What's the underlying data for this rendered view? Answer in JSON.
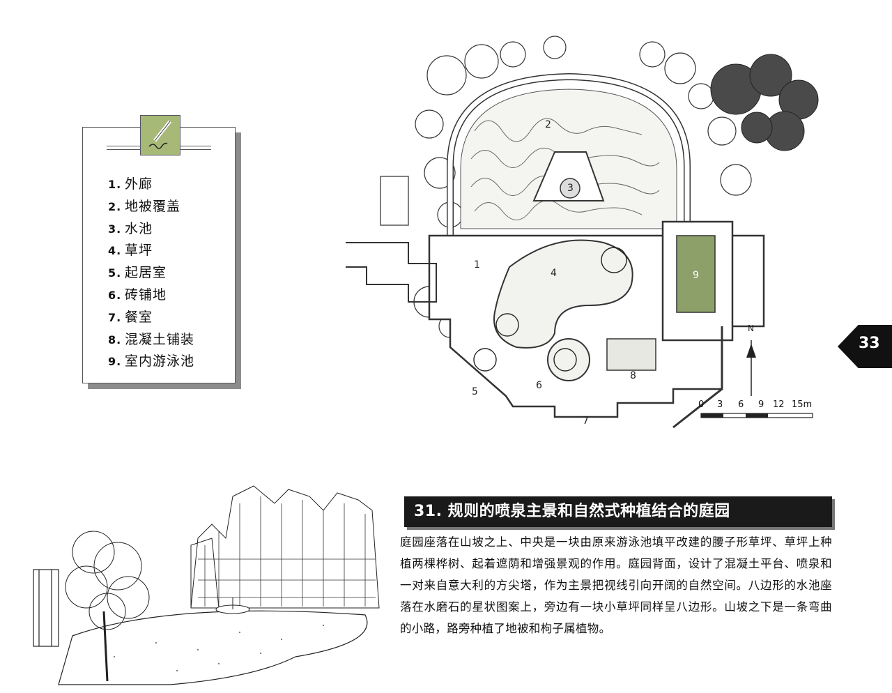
{
  "legend": {
    "items": [
      {
        "num": "1.",
        "label": "外廊"
      },
      {
        "num": "2.",
        "label": "地被覆盖"
      },
      {
        "num": "3.",
        "label": "水池"
      },
      {
        "num": "4.",
        "label": "草坪"
      },
      {
        "num": "5.",
        "label": "起居室"
      },
      {
        "num": "6.",
        "label": "砖铺地"
      },
      {
        "num": "7.",
        "label": "餐室"
      },
      {
        "num": "8.",
        "label": "混凝土铺装"
      },
      {
        "num": "9.",
        "label": "室内游泳池"
      }
    ]
  },
  "plan": {
    "labels": [
      "1",
      "2",
      "3",
      "4",
      "5",
      "6",
      "7",
      "8",
      "9"
    ],
    "north": "N",
    "scale": {
      "ticks": [
        "0",
        "3",
        "6",
        "9",
        "12",
        "15m"
      ]
    }
  },
  "page_number": "33",
  "caption": {
    "title": "31. 规则的喷泉主景和自然式种植结合的庭园",
    "body": "庭园座落在山坡之上、中央是一块由原来游泳池填平改建的腰子形草坪、草坪上种植两棵桦树、起着遮荫和增强景观的作用。庭园背面，设计了混凝土平台、喷泉和一对来自意大利的方尖塔，作为主景把视线引向开阔的自然空间。八边形的水池座落在水磨石的星状图案上，旁边有一块小草坪同样呈八边形。山坡之下是一条弯曲的小路，路旁种植了地被和枸子属植物。"
  },
  "colors": {
    "accent_green": "#a7b977",
    "tab_black": "#111111",
    "grass": "#8da06a"
  }
}
